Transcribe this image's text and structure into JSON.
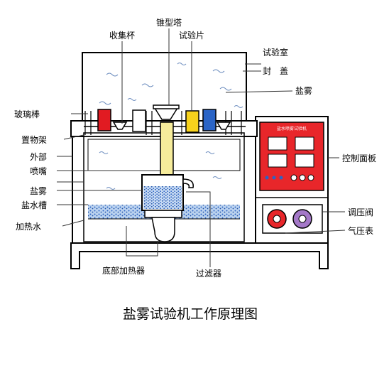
{
  "diagram": {
    "title": "盐雾试验机工作原理图",
    "panel_caption": "盐水喷雾试验机",
    "labels": {
      "cone_tower": "锥型塔",
      "collection_cup": "收集杯",
      "specimen": "试验片",
      "chamber": "试验室",
      "cover": "封　盖",
      "salt_fog_top": "盐雾",
      "glass_rod": "玻璃棒",
      "rack": "置物架",
      "outer": "外部",
      "nozzle": "喷嘴",
      "salt_fog_left": "盐雾",
      "brine_tank": "盐水槽",
      "heated_water": "加热水",
      "control_panel": "控制面板",
      "pressure_valve": "调压阀",
      "pressure_gauge": "气压表",
      "bottom_heater": "底部加热器",
      "filter": "过滤器"
    },
    "colors": {
      "control_panel": "#e8262a",
      "specimen_red": "#e11b22",
      "specimen_yellow": "#f7d21c",
      "specimen_blue": "#2a64c6",
      "nozzle_tube": "#f6ec9b",
      "salt_water": "#2f66c6",
      "outline": "#000000"
    }
  }
}
